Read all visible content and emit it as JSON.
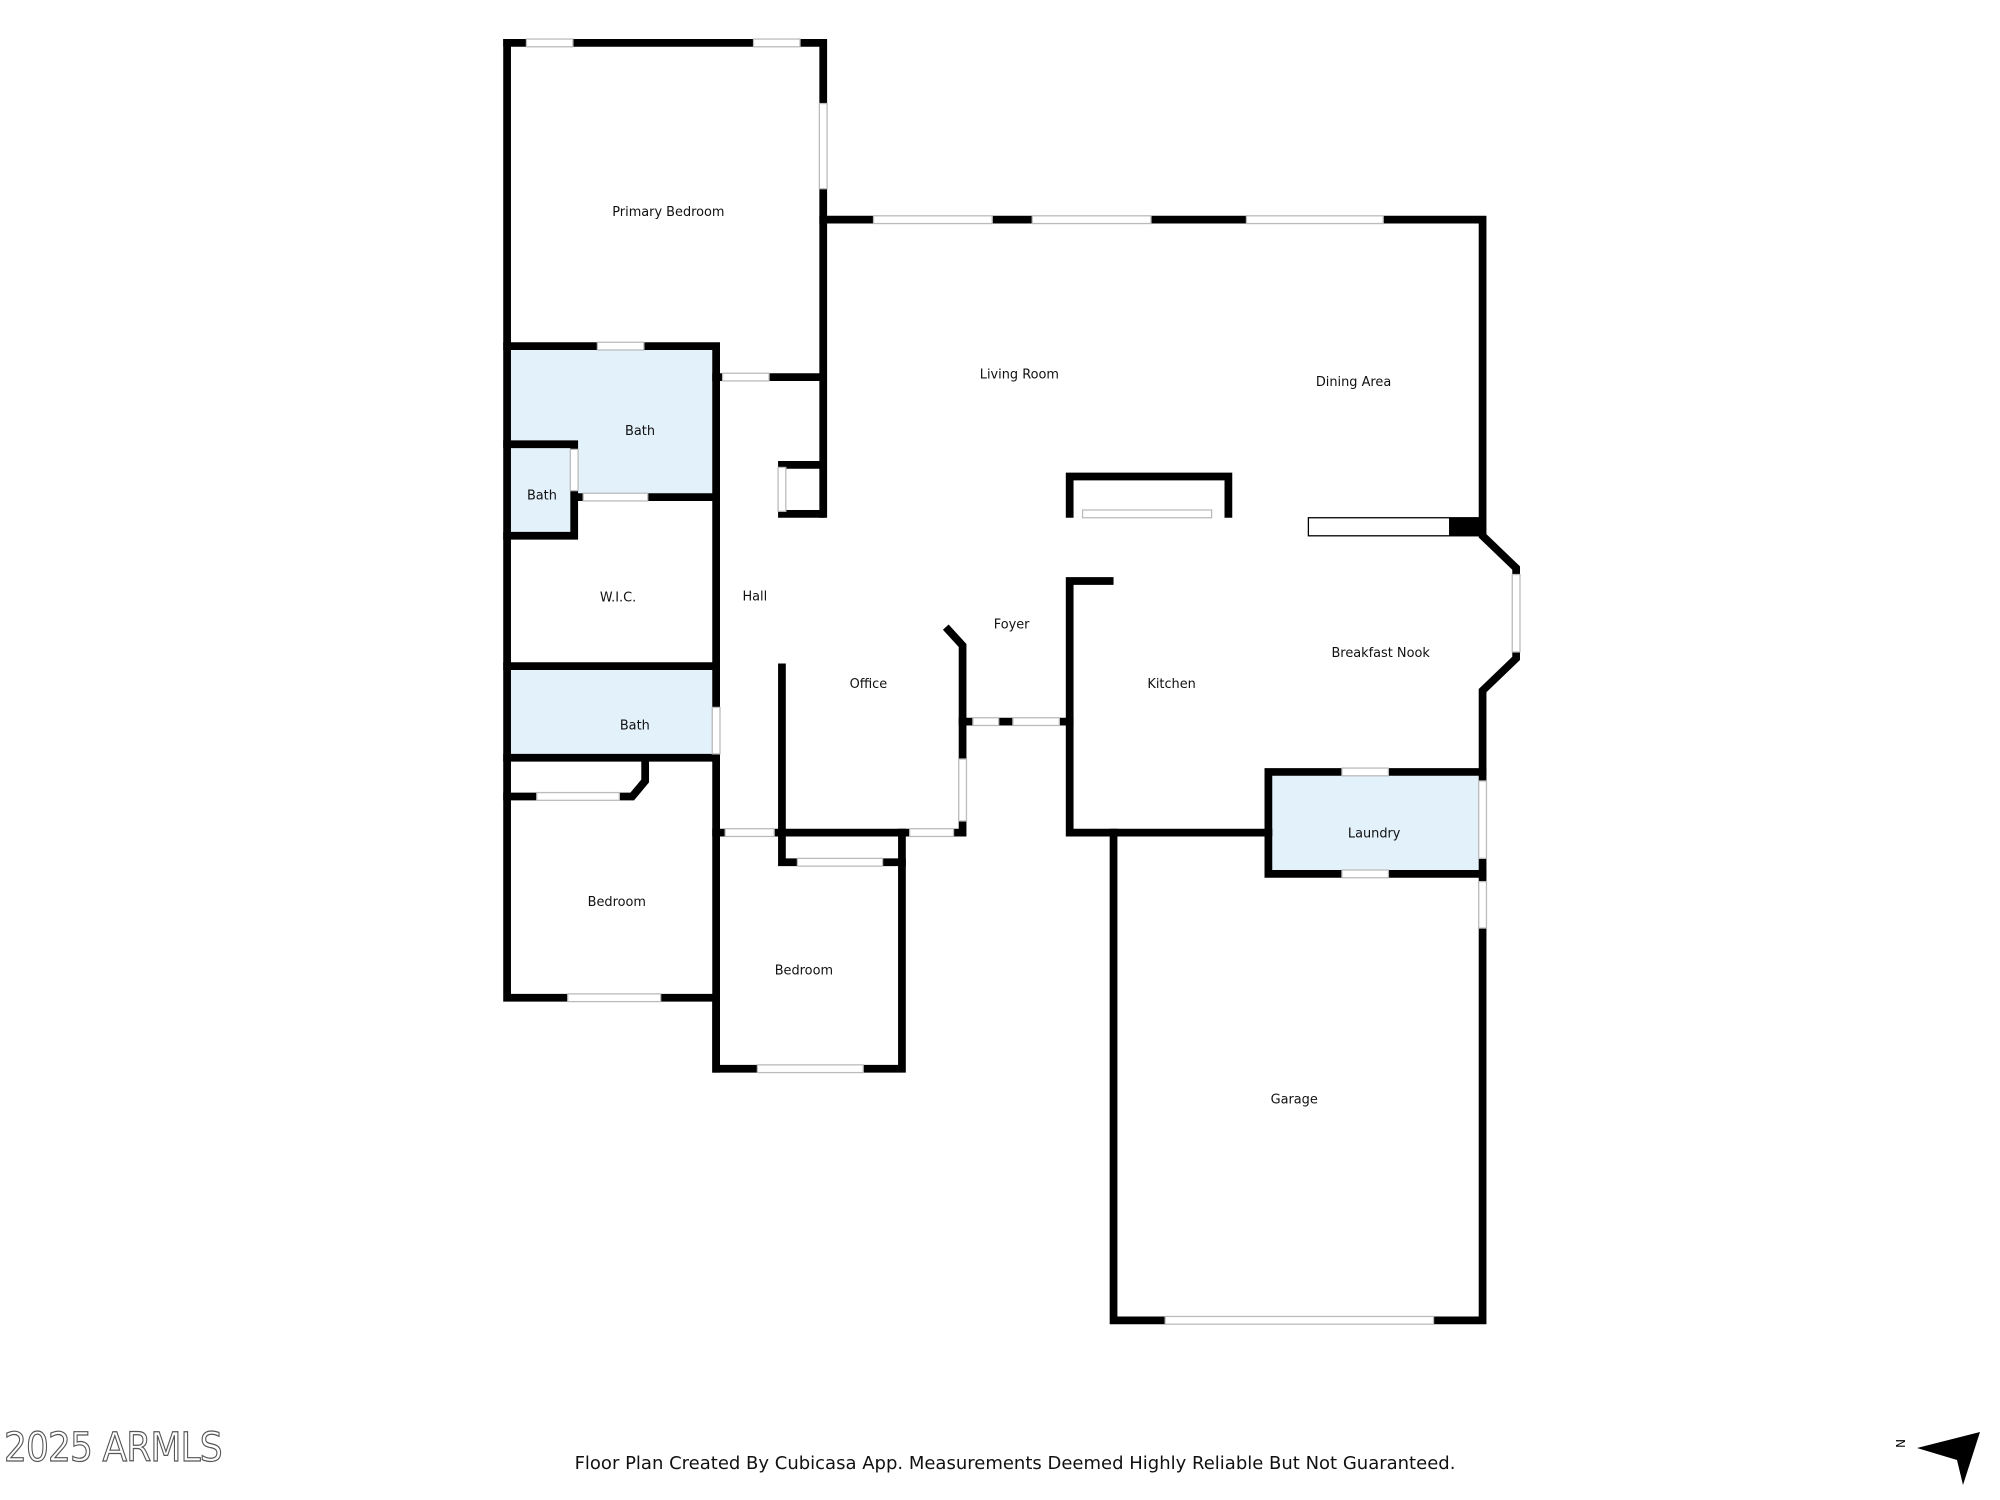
{
  "rooms": {
    "primary_bedroom": "Primary Bedroom",
    "living_room": "Living Room",
    "dining_area": "Dining Area",
    "bath_1": "Bath",
    "bath_2": "Bath",
    "bath_3": "Bath",
    "wic": "W.I.C.",
    "hall": "Hall",
    "foyer": "Foyer",
    "office": "Office",
    "kitchen": "Kitchen",
    "breakfast_nook": "Breakfast Nook",
    "laundry": "Laundry",
    "bedroom_1": "Bedroom",
    "bedroom_2": "Bedroom",
    "garage": "Garage"
  },
  "footer": {
    "watermark": "2025 ARMLS",
    "disclaimer": "Floor Plan Created By Cubicasa App. Measurements Deemed Highly Reliable But Not Guaranteed.",
    "north_label": "N"
  },
  "colors": {
    "wet_room": "#e3f1fb",
    "wall": "#000000"
  }
}
